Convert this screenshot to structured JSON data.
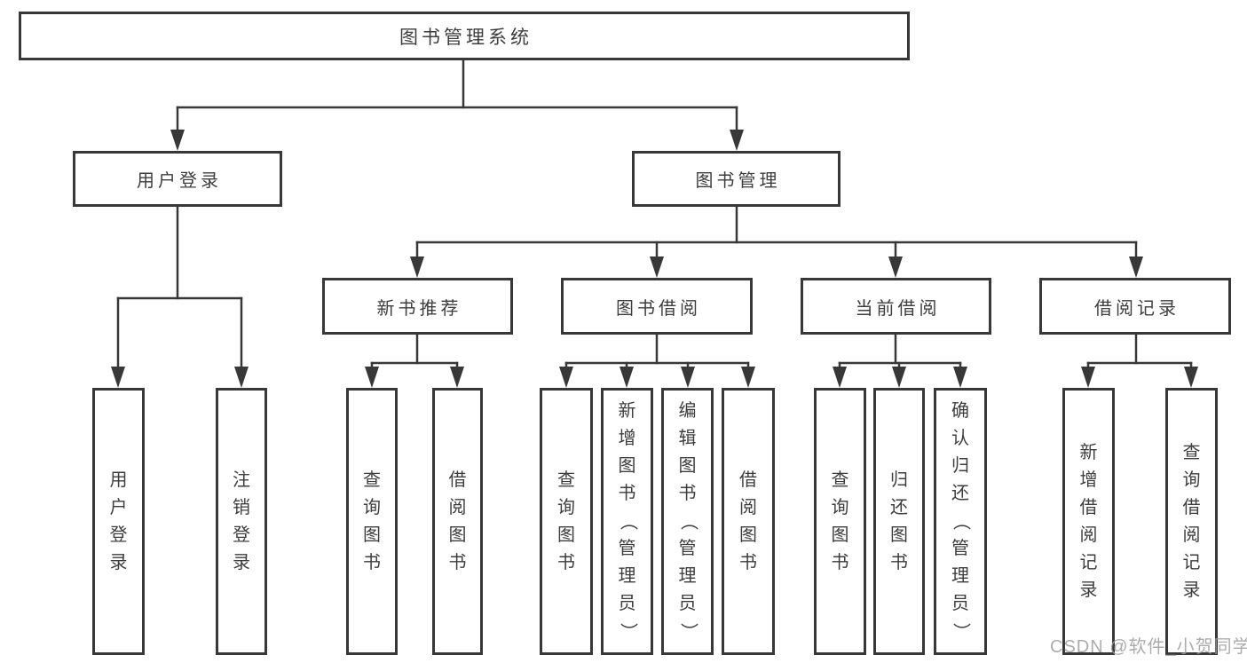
{
  "diagram": {
    "root": {
      "label": "图书管理系统"
    },
    "branches": [
      {
        "label": "用户登录",
        "children": [
          {
            "label": "用户登录"
          },
          {
            "label": "注销登录"
          }
        ]
      },
      {
        "label": "图书管理",
        "sections": [
          {
            "label": "新书推荐",
            "children": [
              {
                "label": "查询图书"
              },
              {
                "label": "借阅图书"
              }
            ]
          },
          {
            "label": "图书借阅",
            "children": [
              {
                "label": "查询图书"
              },
              {
                "label": "新增图书（管理员）"
              },
              {
                "label": "编辑图书（管理员）"
              },
              {
                "label": "借阅图书"
              }
            ]
          },
          {
            "label": "当前借阅",
            "children": [
              {
                "label": "查询图书"
              },
              {
                "label": "归还图书"
              },
              {
                "label": "确认归还（管理员）"
              }
            ]
          },
          {
            "label": "借阅记录",
            "children": [
              {
                "label": "新增借阅记录"
              },
              {
                "label": "查询借阅记录"
              }
            ]
          }
        ]
      }
    ],
    "watermark": "CSDN @软件_小贺同学",
    "colors": {
      "line": "#383838",
      "border": "#383838",
      "text": "#3d3d3d",
      "box_background": "#ffffff",
      "page_background": "#ffffff",
      "watermark": "#9e9e9e"
    }
  }
}
